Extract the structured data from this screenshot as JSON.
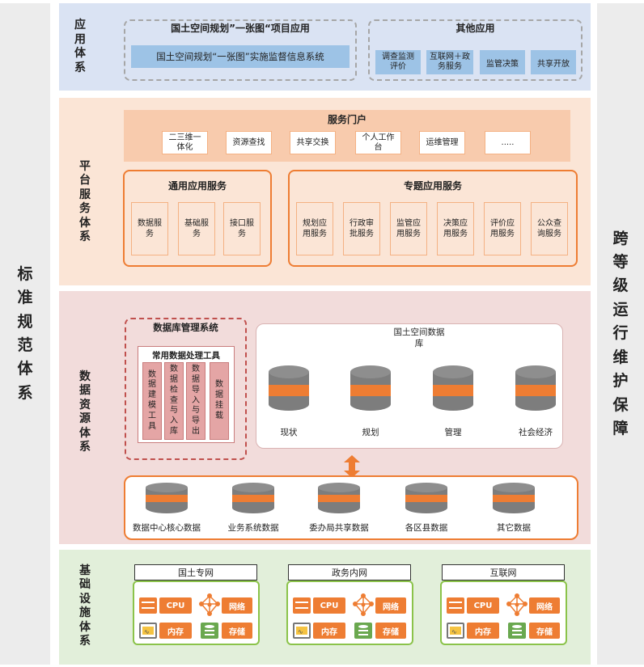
{
  "left_side": {
    "label_chars": [
      "标",
      "准",
      "规",
      "范",
      "体",
      "系"
    ]
  },
  "right_side": {
    "label_chars": [
      "跨",
      "等",
      "级",
      "运",
      "行",
      "维",
      "护",
      "保",
      "障"
    ]
  },
  "app_layer": {
    "label_chars": [
      "应",
      "用",
      "体",
      "系"
    ],
    "group1_title": "国土空间规划”一张图“项目应用",
    "group1_item": "国土空间规划“一张图”实施监督信息系统",
    "group2_title": "其他应用",
    "group2_items": [
      "调查监测评价",
      "互联网＋政务服务",
      "监管决策",
      "共享开放"
    ]
  },
  "platform_layer": {
    "label_chars": [
      "平",
      "台",
      "服",
      "务",
      "体",
      "系"
    ],
    "portal_title": "服务门户",
    "portal_items": [
      "二三维一体化",
      "资源查找",
      "共享交换",
      "个人工作台",
      "运维管理",
      "....."
    ],
    "general_title": "通用应用服务",
    "general_items": [
      "数据服务",
      "基础服务",
      "接口服务"
    ],
    "special_title": "专题应用服务",
    "special_items": [
      "规划应用服务",
      "行政审批服务",
      "监管应用服务",
      "决策应用服务",
      "评价应用服务",
      "公众查询服务"
    ]
  },
  "data_layer": {
    "label_chars": [
      "数",
      "据",
      "资",
      "源",
      "体",
      "系"
    ],
    "dbms_title": "数据库管理系统",
    "tools_title": "常用数据处理工具",
    "tools": [
      [
        "数",
        "据",
        "建",
        "模",
        "工",
        "具"
      ],
      [
        "数",
        "据",
        "检",
        "查",
        "与",
        "入",
        "库"
      ],
      [
        "数",
        "据",
        "导",
        "入",
        "与",
        "导",
        "出"
      ],
      [
        "数",
        "据",
        "挂",
        "载"
      ]
    ],
    "spatial_db_title": "国土空间数据库",
    "spatial_dbs": [
      "现状",
      "规划",
      "管理",
      "社会经济"
    ],
    "source_dbs": [
      "数据中心核心数据",
      "业务系统数据",
      "委办局共享数据",
      "各区县数据",
      "其它数据"
    ]
  },
  "infra_layer": {
    "label_chars": [
      "基",
      "础",
      "设",
      "施",
      "体",
      "系"
    ],
    "networks": [
      "国土专网",
      "政务内网",
      "互联网"
    ],
    "resources": {
      "cpu": "CPU",
      "network": "网络",
      "memory": "内存",
      "storage": "存储"
    }
  },
  "colors": {
    "app_bg": "#dae3f3",
    "platform_bg": "#fbe5d6",
    "data_bg": "#f2dcdb",
    "infra_bg": "#e2efda",
    "orange": "#ee7d33",
    "gray_db": "#7d7d7d"
  }
}
